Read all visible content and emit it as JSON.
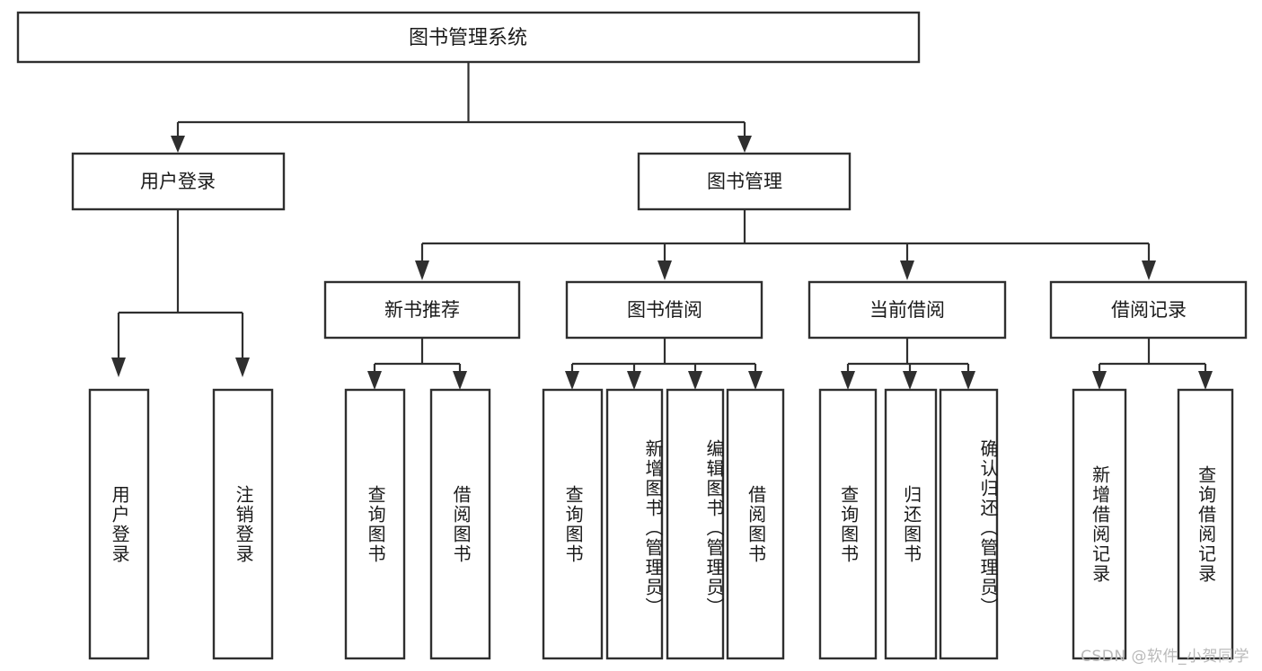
{
  "diagram": {
    "title": "图书管理系统",
    "watermark": "CSDN @软件_小贺同学",
    "colors": {
      "stroke": "#2f2f2f",
      "fill": "#ffffff",
      "text": "#1a1a1a",
      "watermark": "#b9b9b9"
    },
    "root": {
      "label": "图书管理系统"
    },
    "level1": [
      {
        "label": "用户登录"
      },
      {
        "label": "图书管理"
      }
    ],
    "level2": [
      {
        "label": "新书推荐"
      },
      {
        "label": "图书借阅"
      },
      {
        "label": "当前借阅"
      },
      {
        "label": "借阅记录"
      }
    ],
    "leaves": {
      "user_login": [
        {
          "label": "用户登录"
        },
        {
          "label": "注销登录"
        }
      ],
      "new_book_recommend": [
        {
          "label": "查询图书"
        },
        {
          "label": "借阅图书"
        }
      ],
      "book_borrow": [
        {
          "label": "查询图书"
        },
        {
          "label": "新增图书（管理员）"
        },
        {
          "label": "编辑图书（管理员）"
        },
        {
          "label": "借阅图书"
        }
      ],
      "current_borrow": [
        {
          "label": "查询图书"
        },
        {
          "label": "归还图书"
        },
        {
          "label": "确认归还（管理员）"
        }
      ],
      "borrow_record": [
        {
          "label": "新增借阅记录"
        },
        {
          "label": "查询借阅记录"
        }
      ]
    }
  }
}
